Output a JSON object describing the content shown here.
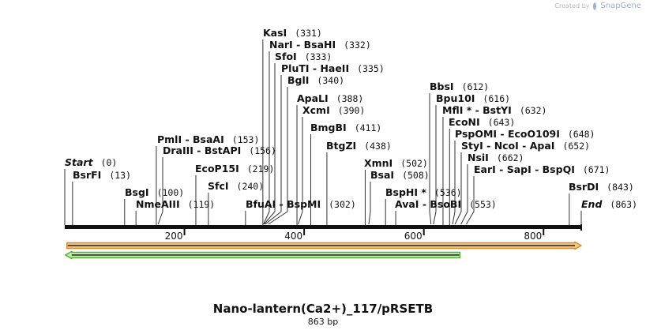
{
  "watermark": {
    "created_by": "Created by",
    "brand": "SnapGene"
  },
  "map": {
    "title": "Nano-lantern(Ca2+)_117/pRSETB",
    "length_label": "863 bp",
    "total_bp": 863,
    "ticks": [
      "200",
      "400",
      "600",
      "800"
    ],
    "features": [
      {
        "name": "forward-feature-arrow",
        "start": 1,
        "end": 863,
        "direction": "forward",
        "fill": "#f2c98a",
        "stroke": "#e0892a"
      },
      {
        "name": "reverse-feature-arrow",
        "start": 1,
        "end": 663,
        "direction": "reverse",
        "fill": "#c6ecb2",
        "stroke": "#55b035"
      }
    ]
  },
  "sites": [
    {
      "names": [
        "Start"
      ],
      "pos": "(0)",
      "bp": 0,
      "italic": true
    },
    {
      "names": [
        "BsrFI"
      ],
      "pos": "(13)",
      "bp": 13
    },
    {
      "names": [
        "BsgI"
      ],
      "pos": "(100)",
      "bp": 100
    },
    {
      "names": [
        "NmeAIII"
      ],
      "pos": "(119)",
      "bp": 119
    },
    {
      "names": [
        "PmlI",
        "BsaAI"
      ],
      "pos": "(153)",
      "bp": 153
    },
    {
      "names": [
        "DraIII",
        "BstAPI"
      ],
      "pos": "(156)",
      "bp": 156
    },
    {
      "names": [
        "EcoP15I"
      ],
      "pos": "(219)",
      "bp": 219
    },
    {
      "names": [
        "SfcI"
      ],
      "pos": "(240)",
      "bp": 240
    },
    {
      "names": [
        "BfuAI",
        "BspMI"
      ],
      "pos": "(302)",
      "bp": 302
    },
    {
      "names": [
        "KasI"
      ],
      "pos": "(331)",
      "bp": 331
    },
    {
      "names": [
        "NarI",
        "BsaHI"
      ],
      "pos": "(332)",
      "bp": 332
    },
    {
      "names": [
        "SfoI"
      ],
      "pos": "(333)",
      "bp": 333
    },
    {
      "names": [
        "PluTI",
        "HaeII"
      ],
      "pos": "(335)",
      "bp": 335
    },
    {
      "names": [
        "BglI"
      ],
      "pos": "(340)",
      "bp": 340
    },
    {
      "names": [
        "ApaLI"
      ],
      "pos": "(388)",
      "bp": 388
    },
    {
      "names": [
        "XcmI"
      ],
      "pos": "(390)",
      "bp": 390
    },
    {
      "names": [
        "BmgBI"
      ],
      "pos": "(411)",
      "bp": 411
    },
    {
      "names": [
        "BtgZI"
      ],
      "pos": "(438)",
      "bp": 438
    },
    {
      "names": [
        "XmnI"
      ],
      "pos": "(502)",
      "bp": 502
    },
    {
      "names": [
        "BsaI"
      ],
      "pos": "(508)",
      "bp": 508
    },
    {
      "names": [
        "BspHI *"
      ],
      "pos": "(536)",
      "bp": 536
    },
    {
      "names": [
        "AvaI",
        "BsoBI"
      ],
      "pos": "(553)",
      "bp": 553
    },
    {
      "names": [
        "BbsI"
      ],
      "pos": "(612)",
      "bp": 612
    },
    {
      "names": [
        "Bpu10I"
      ],
      "pos": "(616)",
      "bp": 616
    },
    {
      "names": [
        "MflI *",
        "BstYI"
      ],
      "pos": "(632)",
      "bp": 632
    },
    {
      "names": [
        "EcoNI"
      ],
      "pos": "(643)",
      "bp": 643
    },
    {
      "names": [
        "PspOMI",
        "EcoO109I"
      ],
      "pos": "(648)",
      "bp": 648
    },
    {
      "names": [
        "StyI",
        "NcoI",
        "ApaI"
      ],
      "pos": "(652)",
      "bp": 652
    },
    {
      "names": [
        "NsiI"
      ],
      "pos": "(662)",
      "bp": 662
    },
    {
      "names": [
        "EarI",
        "SapI",
        "BspQI"
      ],
      "pos": "(671)",
      "bp": 671
    },
    {
      "names": [
        "BsrDI"
      ],
      "pos": "(843)",
      "bp": 843
    },
    {
      "names": [
        "End"
      ],
      "pos": "(863)",
      "bp": 863,
      "italic": true
    }
  ]
}
